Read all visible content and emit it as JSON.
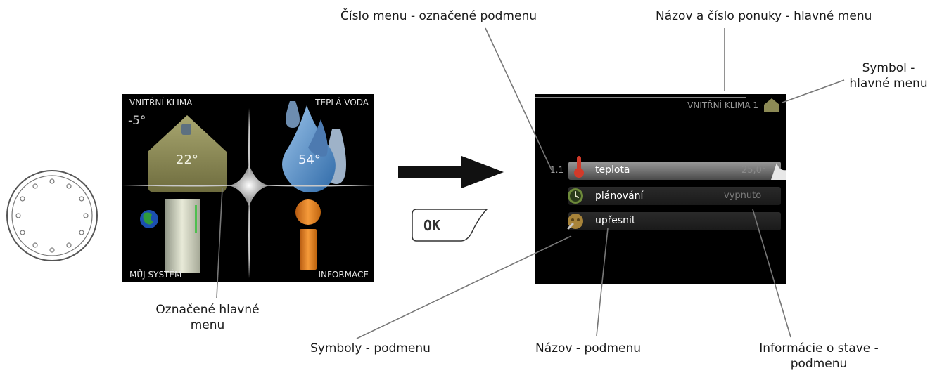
{
  "callouts": {
    "submenu_number": "Číslo menu - označené podmenu",
    "main_menu_name": "Názov a číslo ponuky - hlavné menu",
    "main_menu_symbol": "Symbol -\nhlavné menu",
    "selected_main_menu": "Označené hlavné\nmenu",
    "submenu_symbols": "Symboly - podmenu",
    "submenu_name": "Názov - podmenu",
    "submenu_status": "Informácie o stave -\npodmenu"
  },
  "main_screen": {
    "quadrants": {
      "top_left": "VNITŘNÍ KLIMA",
      "top_right": "TEPLÁ VODA",
      "bottom_left": "MŮJ SYSTÉM",
      "bottom_right": "INFORMACE"
    },
    "outdoor_temp": "-5°",
    "indoor_temp": "22°",
    "water_temp": "54°"
  },
  "ok_button": "OK",
  "sub_screen": {
    "header": "VNITŘNÍ KLIMA 1",
    "menu_number": "1.1",
    "rows": [
      {
        "label": "teplota",
        "value": "25,0°",
        "icon": "thermometer-icon"
      },
      {
        "label": "plánování",
        "value": "vypnuto",
        "icon": "clock-icon"
      },
      {
        "label": "upřesnit",
        "value": "",
        "icon": "tools-icon"
      }
    ]
  },
  "colors": {
    "house": "#8c8a55",
    "drop": "#5b8fc4",
    "info": "#e07a20",
    "thermometer": "#d23a2a"
  }
}
